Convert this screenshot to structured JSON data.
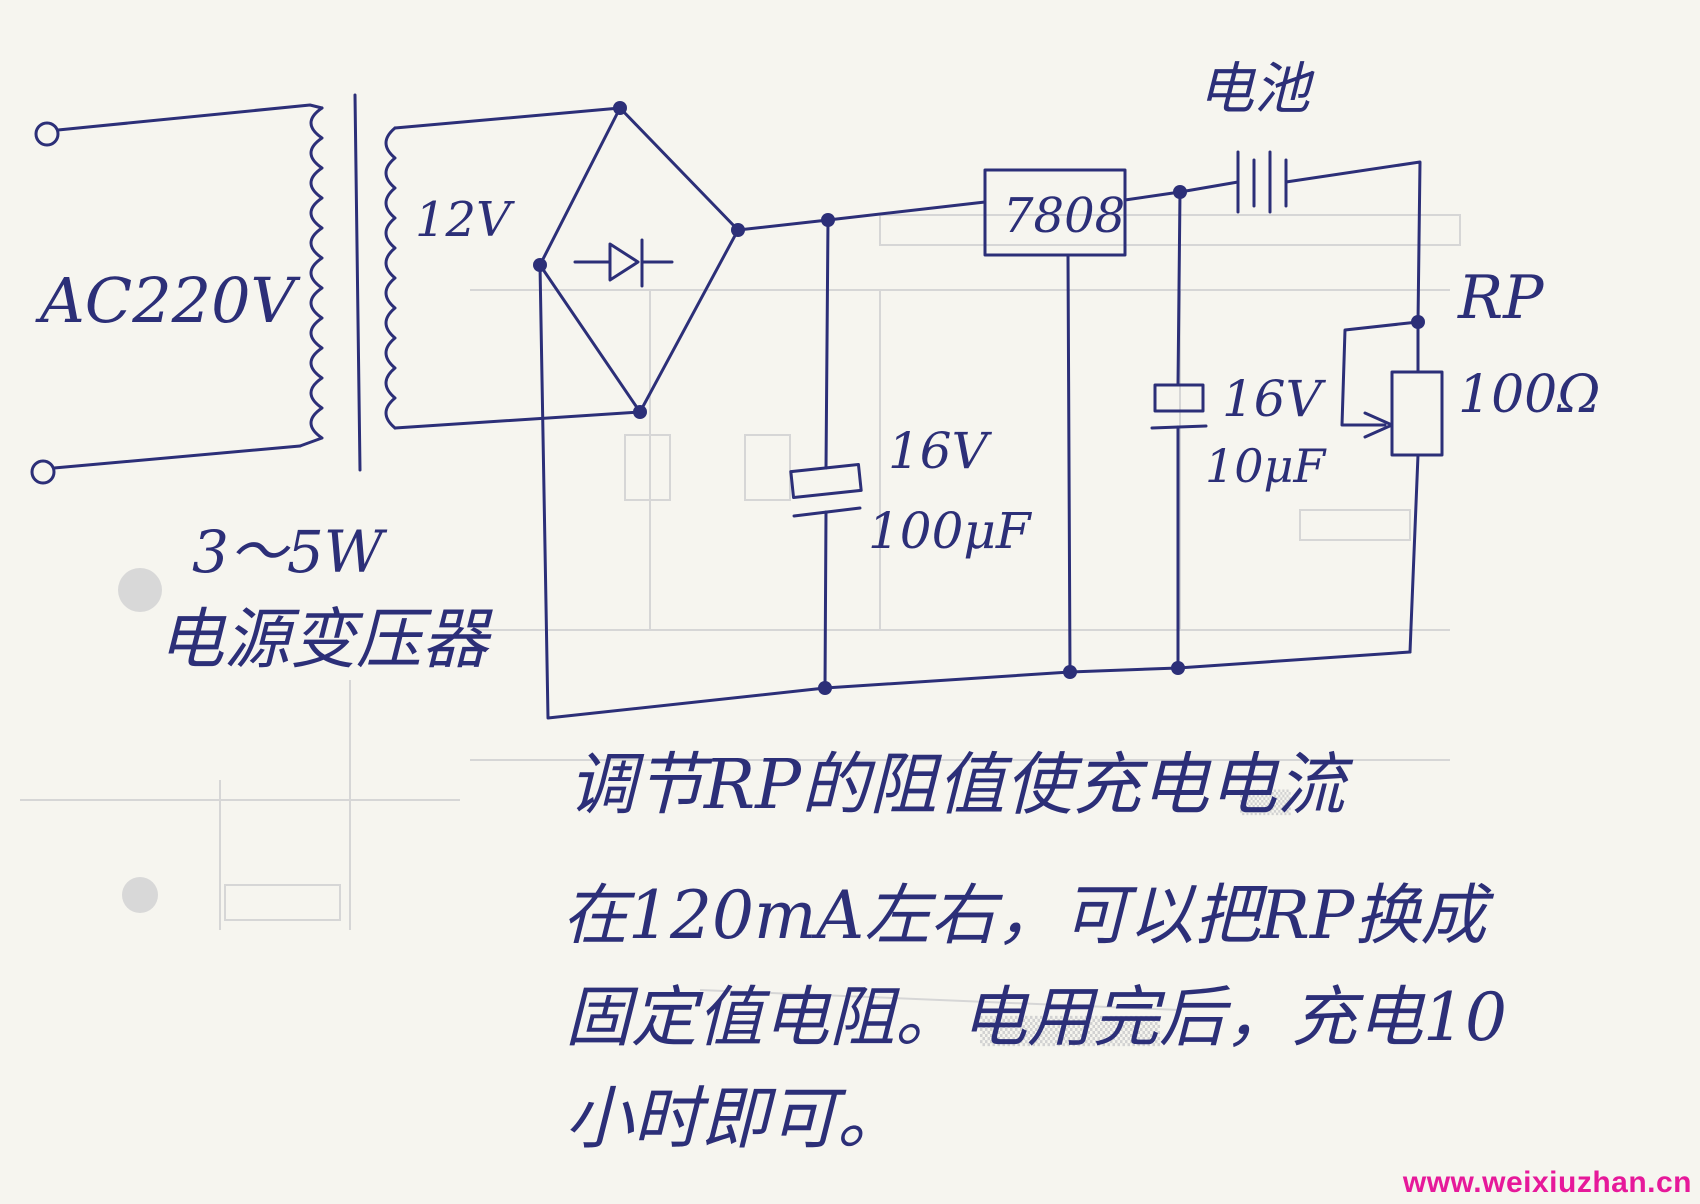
{
  "labels": {
    "ac_input": "AC220V",
    "secondary_voltage": "12V",
    "transformer_power": "3～5W",
    "transformer_name": "电源变压器",
    "regulator": "7808",
    "battery": "电池",
    "rp_name": "RP",
    "rp_value": "100Ω",
    "c1_voltage": "16V",
    "c1_capacitance": "100μF",
    "c2_voltage": "16V",
    "c2_capacitance": "10μF"
  },
  "notes": [
    "调节RP的阻值使充电电流",
    "在120mA左右，可以把RP换成",
    "固定值电阻。电用完后，充电10",
    "小时即可。"
  ],
  "watermark": "www.weixiuzhan.cn",
  "colors": {
    "ink": "#2c2f78",
    "paper": "#f6f5ef",
    "watermark": "#e6199a"
  }
}
